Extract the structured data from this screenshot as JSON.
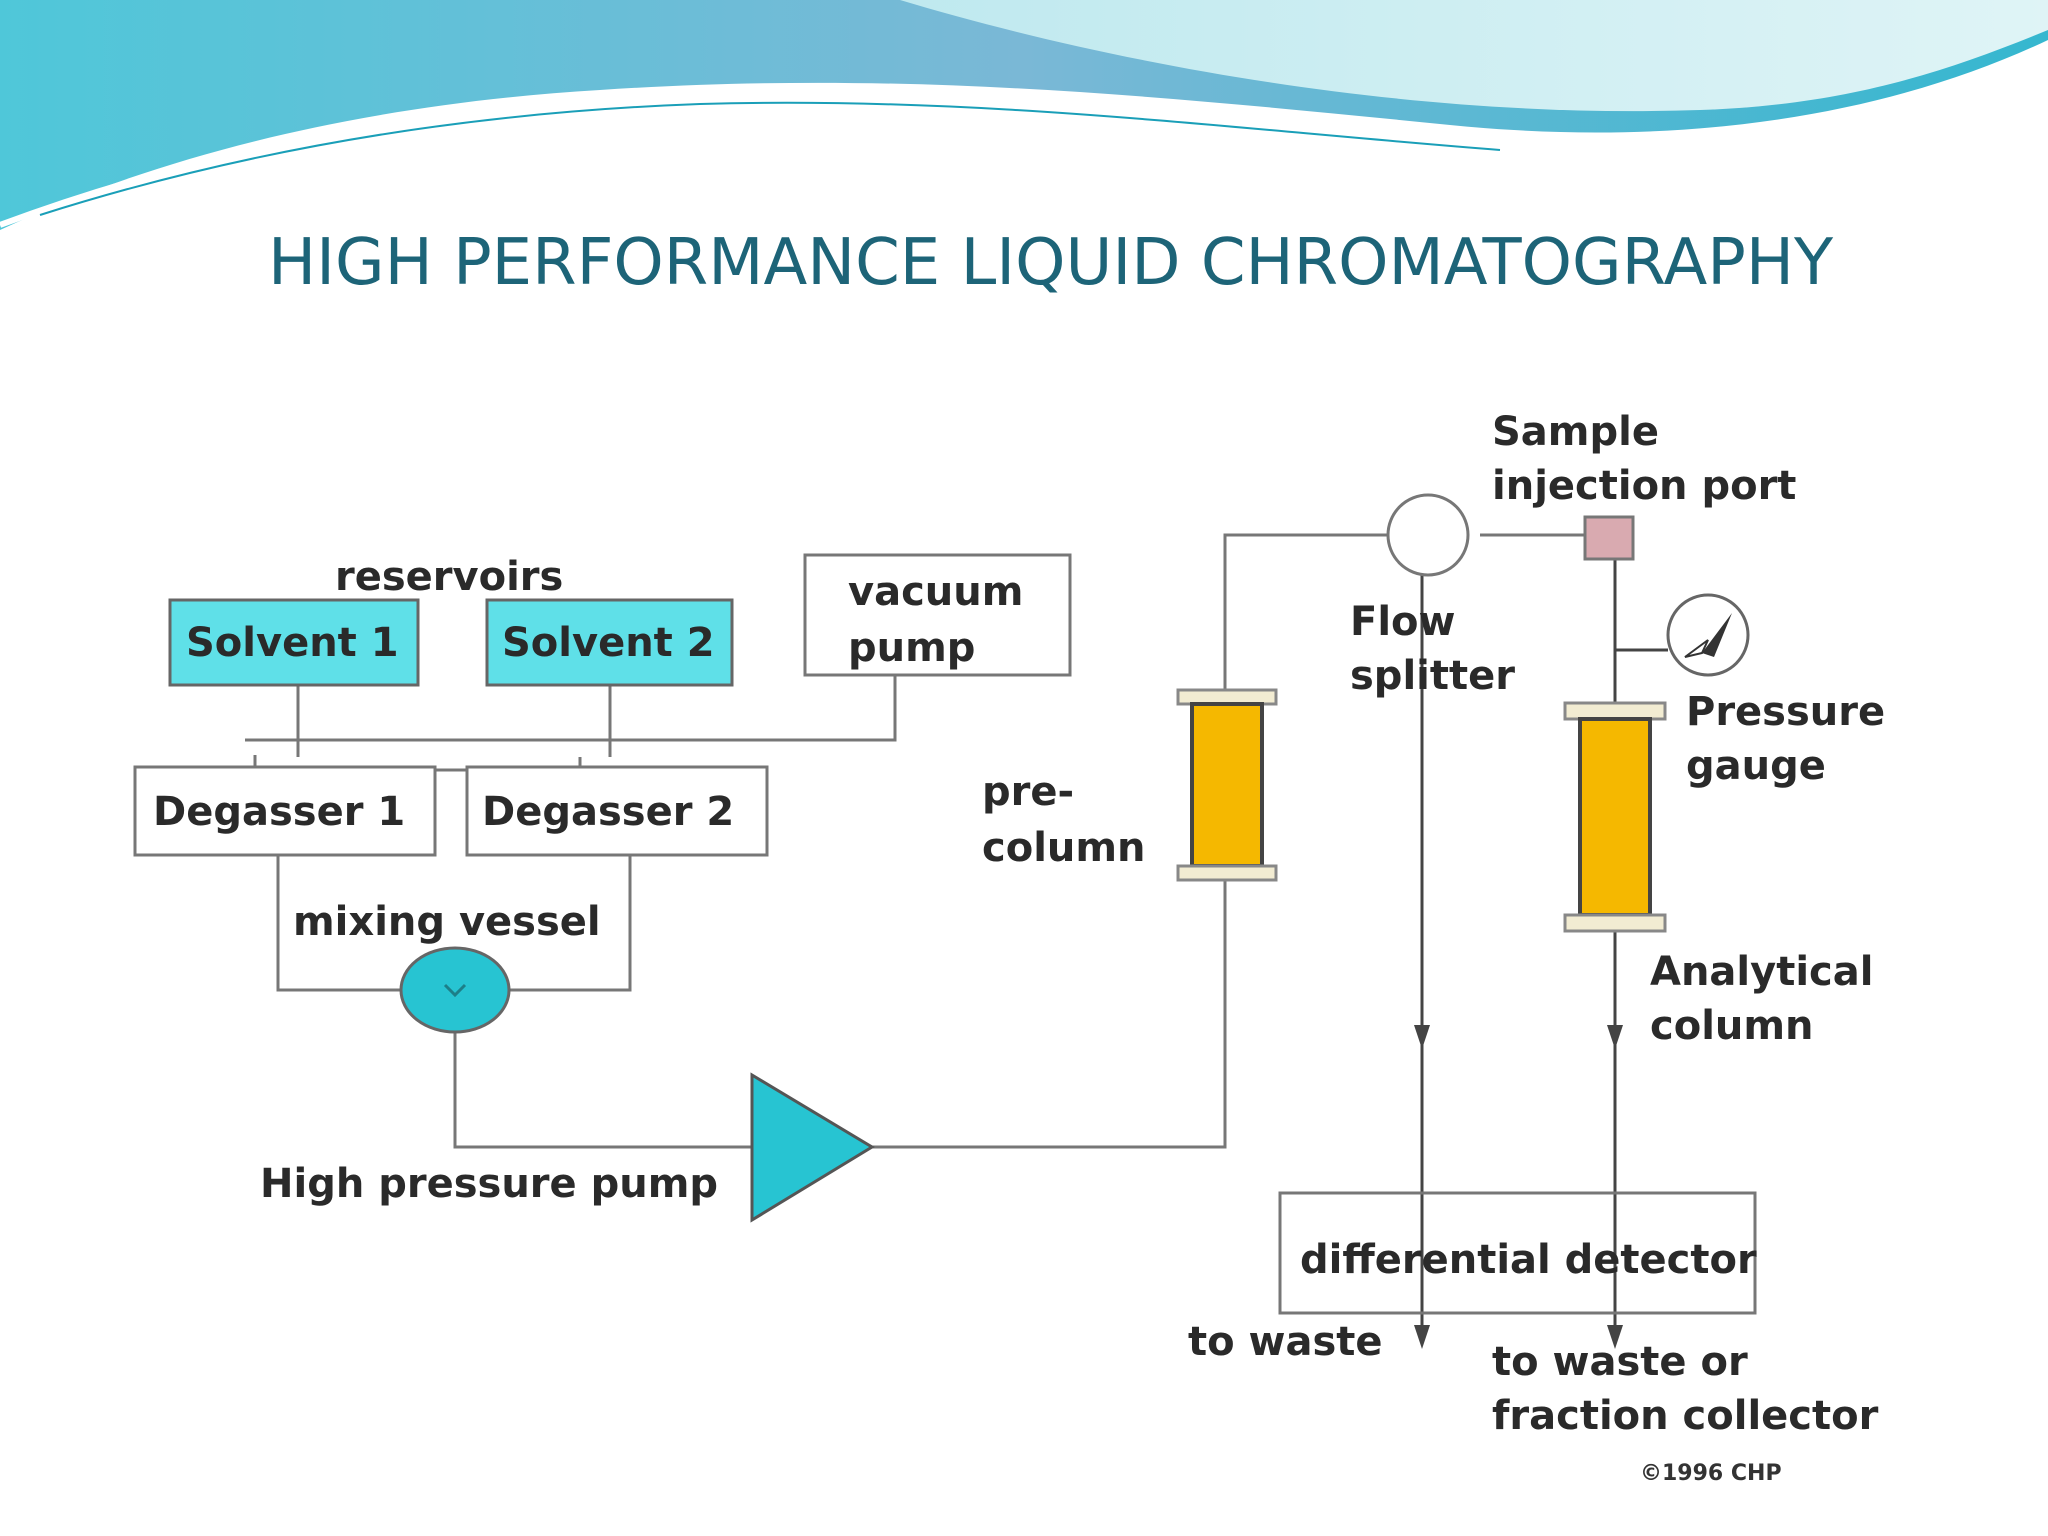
{
  "slide": {
    "title": "HIGH PERFORMANCE LIQUID CHROMATOGRAPHY"
  },
  "diagram": {
    "reservoirs_label": "reservoirs",
    "solvent1": "Solvent 1",
    "solvent2": "Solvent 2",
    "vacuum_pump": [
      "vacuum",
      "pump"
    ],
    "degasser1": "Degasser 1",
    "degasser2": "Degasser 2",
    "mixing_vessel": "mixing vessel",
    "high_pressure_pump": "High pressure pump",
    "pre_column": [
      "pre-",
      "column"
    ],
    "sample_injection_port": [
      "Sample",
      "injection port"
    ],
    "flow_splitter": [
      "Flow",
      "splitter"
    ],
    "pressure_gauge": [
      "Pressure",
      "gauge"
    ],
    "analytical_column": [
      "Analytical",
      "column"
    ],
    "differential_detector": "differential detector",
    "to_waste": "to waste",
    "to_waste_or_fraction_collector": [
      "to waste or",
      "fraction collector"
    ],
    "copyright": "©1996 CHP"
  },
  "colors": {
    "title": "#1d6478",
    "solvent_fill": "#5fe0e8",
    "pump_fill": "#27c4d2",
    "column_fill": "#f5b800",
    "injection_port_fill": "#d9aab0"
  }
}
